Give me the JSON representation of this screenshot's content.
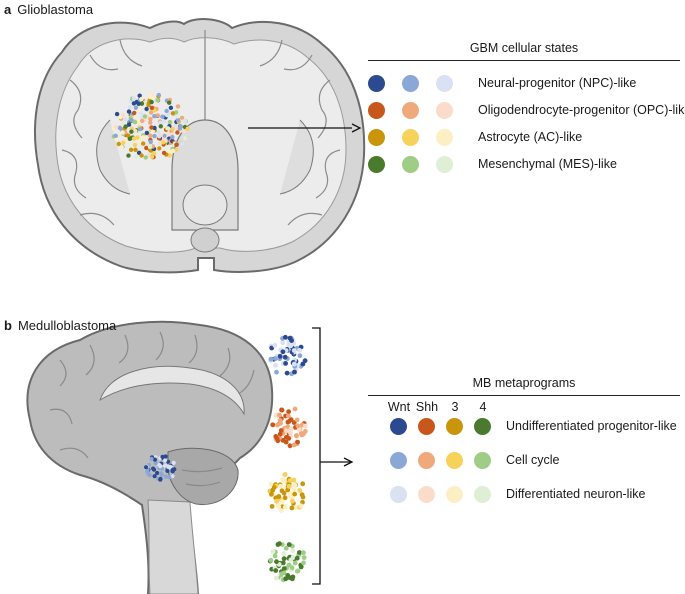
{
  "panel_a": {
    "letter": "a",
    "title": "Glioblastoma",
    "legend_title": "GBM cellular states",
    "states": [
      {
        "label": "Neural-progenitor (NPC)-like",
        "colors": [
          "#2b4a8f",
          "#8aa7d6",
          "#d9e1f2"
        ]
      },
      {
        "label": "Oligodendrocyte-progenitor (OPC)-like",
        "colors": [
          "#c8571b",
          "#f0a97b",
          "#fbdcca"
        ]
      },
      {
        "label": "Astrocyte (AC)-like",
        "colors": [
          "#c9960b",
          "#f7d25a",
          "#fdefc4"
        ]
      },
      {
        "label": "Mesenchymal (MES)-like",
        "colors": [
          "#4a7a2e",
          "#9fcd86",
          "#deefd6"
        ]
      }
    ]
  },
  "panel_b": {
    "letter": "b",
    "title": "Medulloblastoma",
    "legend_title": "MB metaprograms",
    "subgroups": [
      {
        "label": "Wnt",
        "colors": [
          "#2b4a8f",
          "#8aa7d6",
          "#d9e1f2"
        ]
      },
      {
        "label": "Shh",
        "colors": [
          "#c8571b",
          "#f0a97b",
          "#fbdcca"
        ]
      },
      {
        "label": "3",
        "colors": [
          "#c9960b",
          "#f7d25a",
          "#fdefc4"
        ]
      },
      {
        "label": "4",
        "colors": [
          "#4a7a2e",
          "#9fcd86",
          "#deefd6"
        ]
      }
    ],
    "metaprograms": [
      "Undifferentiated progenitor-like",
      "Cell cycle",
      "Differentiated neuron-like"
    ]
  }
}
